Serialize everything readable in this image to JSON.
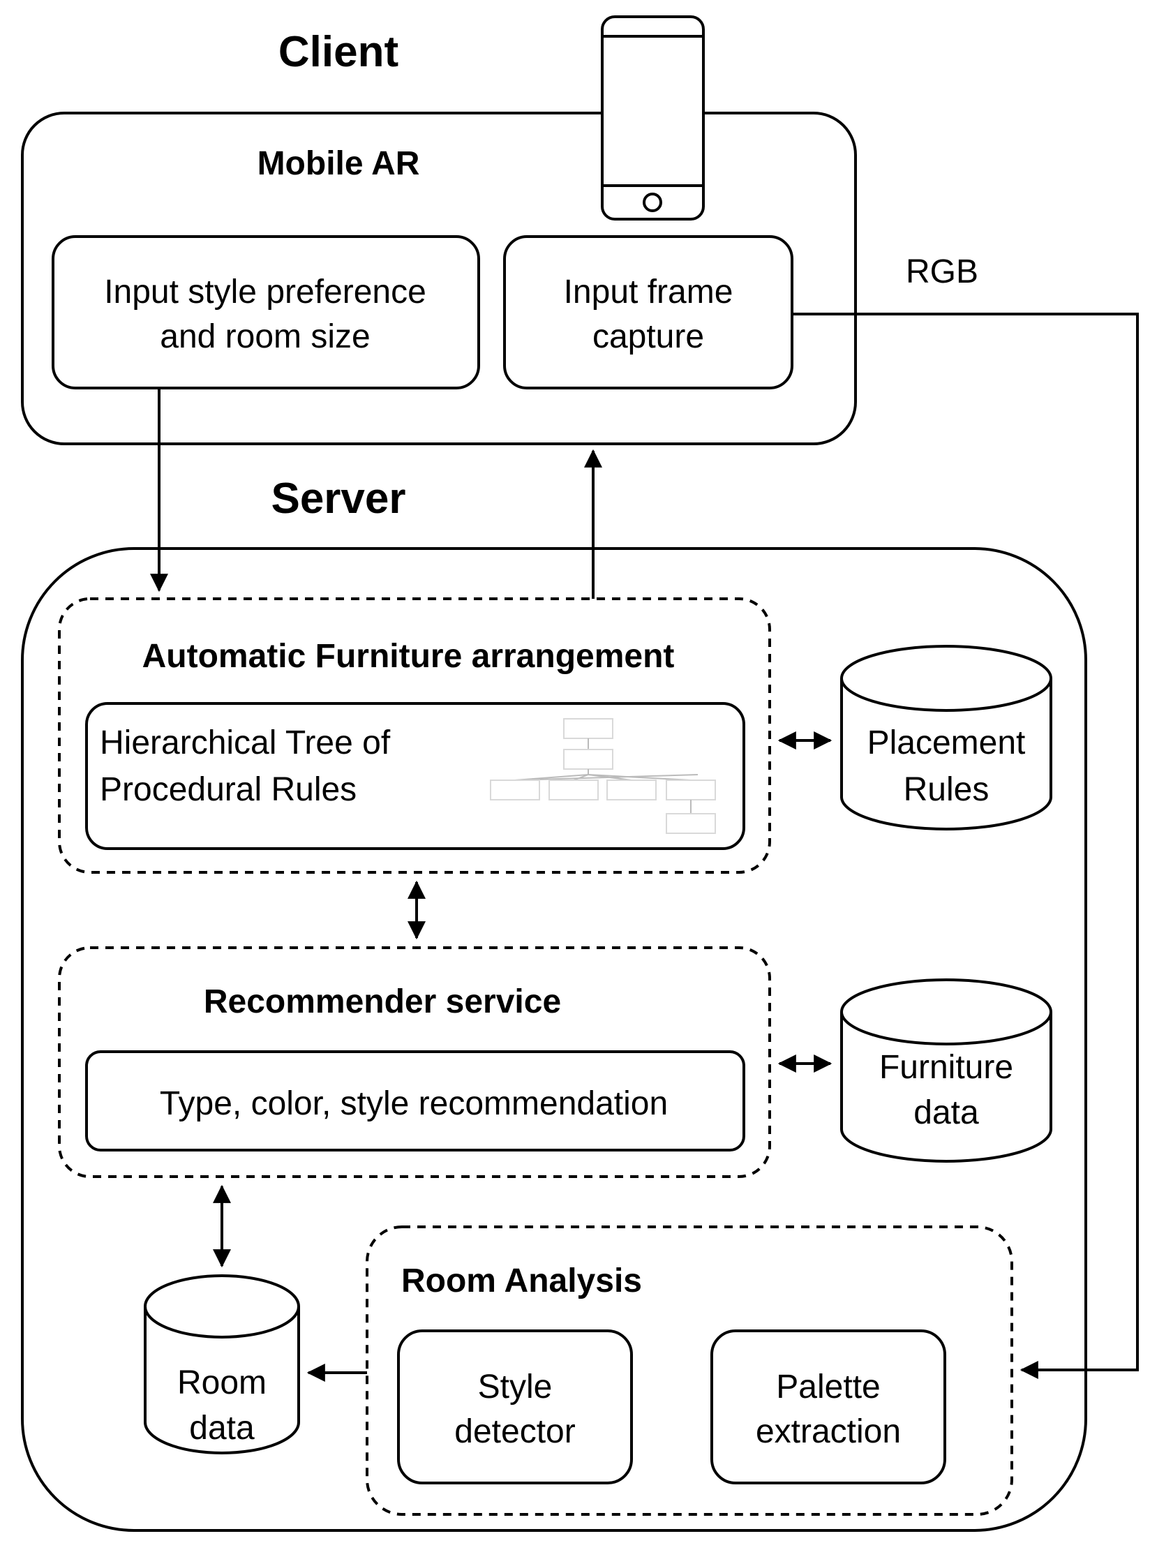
{
  "client": {
    "heading": "Client",
    "mobile_ar": {
      "title": "Mobile AR",
      "input_style_box": {
        "line1": "Input style preference",
        "line2": "and room size"
      },
      "input_frame_box": {
        "line1": "Input frame",
        "line2": "capture"
      }
    }
  },
  "server": {
    "heading": "Server",
    "furniture_arrangement": {
      "title": "Automatic Furniture arrangement",
      "tree_box": {
        "line1": "Hierarchical Tree of",
        "line2": "Procedural Rules"
      }
    },
    "placement_rules_db": {
      "line1": "Placement",
      "line2": "Rules"
    },
    "recommender": {
      "title": "Recommender service",
      "box": "Type, color, style recommendation"
    },
    "furniture_data_db": {
      "line1": "Furniture",
      "line2": "data"
    },
    "room_data_db": {
      "line1": "Room",
      "line2": "data"
    },
    "room_analysis": {
      "title": "Room Analysis",
      "style_detector": {
        "line1": "Style",
        "line2": "detector"
      },
      "palette_extraction": {
        "line1": "Palette",
        "line2": "extraction"
      }
    }
  },
  "edges": {
    "rgb_label": "RGB"
  }
}
